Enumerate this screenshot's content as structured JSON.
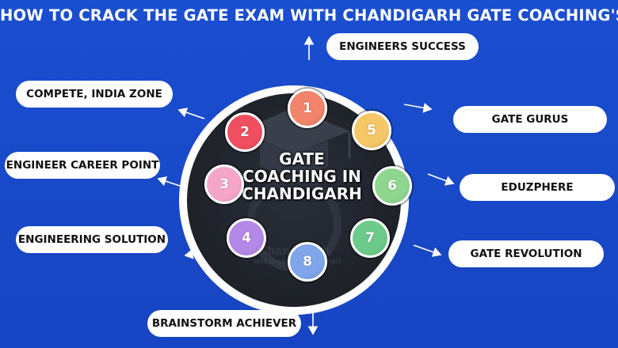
{
  "title": "HOW TO CRACK THE GATE EXAM WITH CHANDIGARH GATE COACHING'S",
  "center": {
    "line1": "GATE",
    "line2": "COACHING IN",
    "line3": "CHANDIGARH"
  },
  "nodes": [
    {
      "number": "1",
      "color": "#f1846a"
    },
    {
      "number": "2",
      "color": "#ef4f5f"
    },
    {
      "number": "3",
      "color": "#f5a6c8"
    },
    {
      "number": "4",
      "color": "#b388e6"
    },
    {
      "number": "5",
      "color": "#f6c766"
    },
    {
      "number": "6",
      "color": "#8fd690"
    },
    {
      "number": "7",
      "color": "#6ccb8a"
    },
    {
      "number": "8",
      "color": "#7fa6ea"
    }
  ],
  "labels": {
    "top": "ENGINEERS SUCCESS",
    "left1": "COMPETE, INDIA ZONE",
    "left2": "ENGINEER CAREER POINT",
    "left3": "ENGINEERING SOLUTION",
    "bottom": "BRAINSTORM ACHIEVER",
    "right1": "GATE GURUS",
    "right2": "EDUZPHERE",
    "right3": "GATE REVOLUTION"
  },
  "watermark": {
    "logo_text": "Chandigarh",
    "tagline": "Idea Becomes Achievement"
  },
  "colors": {
    "background": "#1a4fd0",
    "hub_dark": "#1e2128",
    "ring": "#ffffff"
  }
}
